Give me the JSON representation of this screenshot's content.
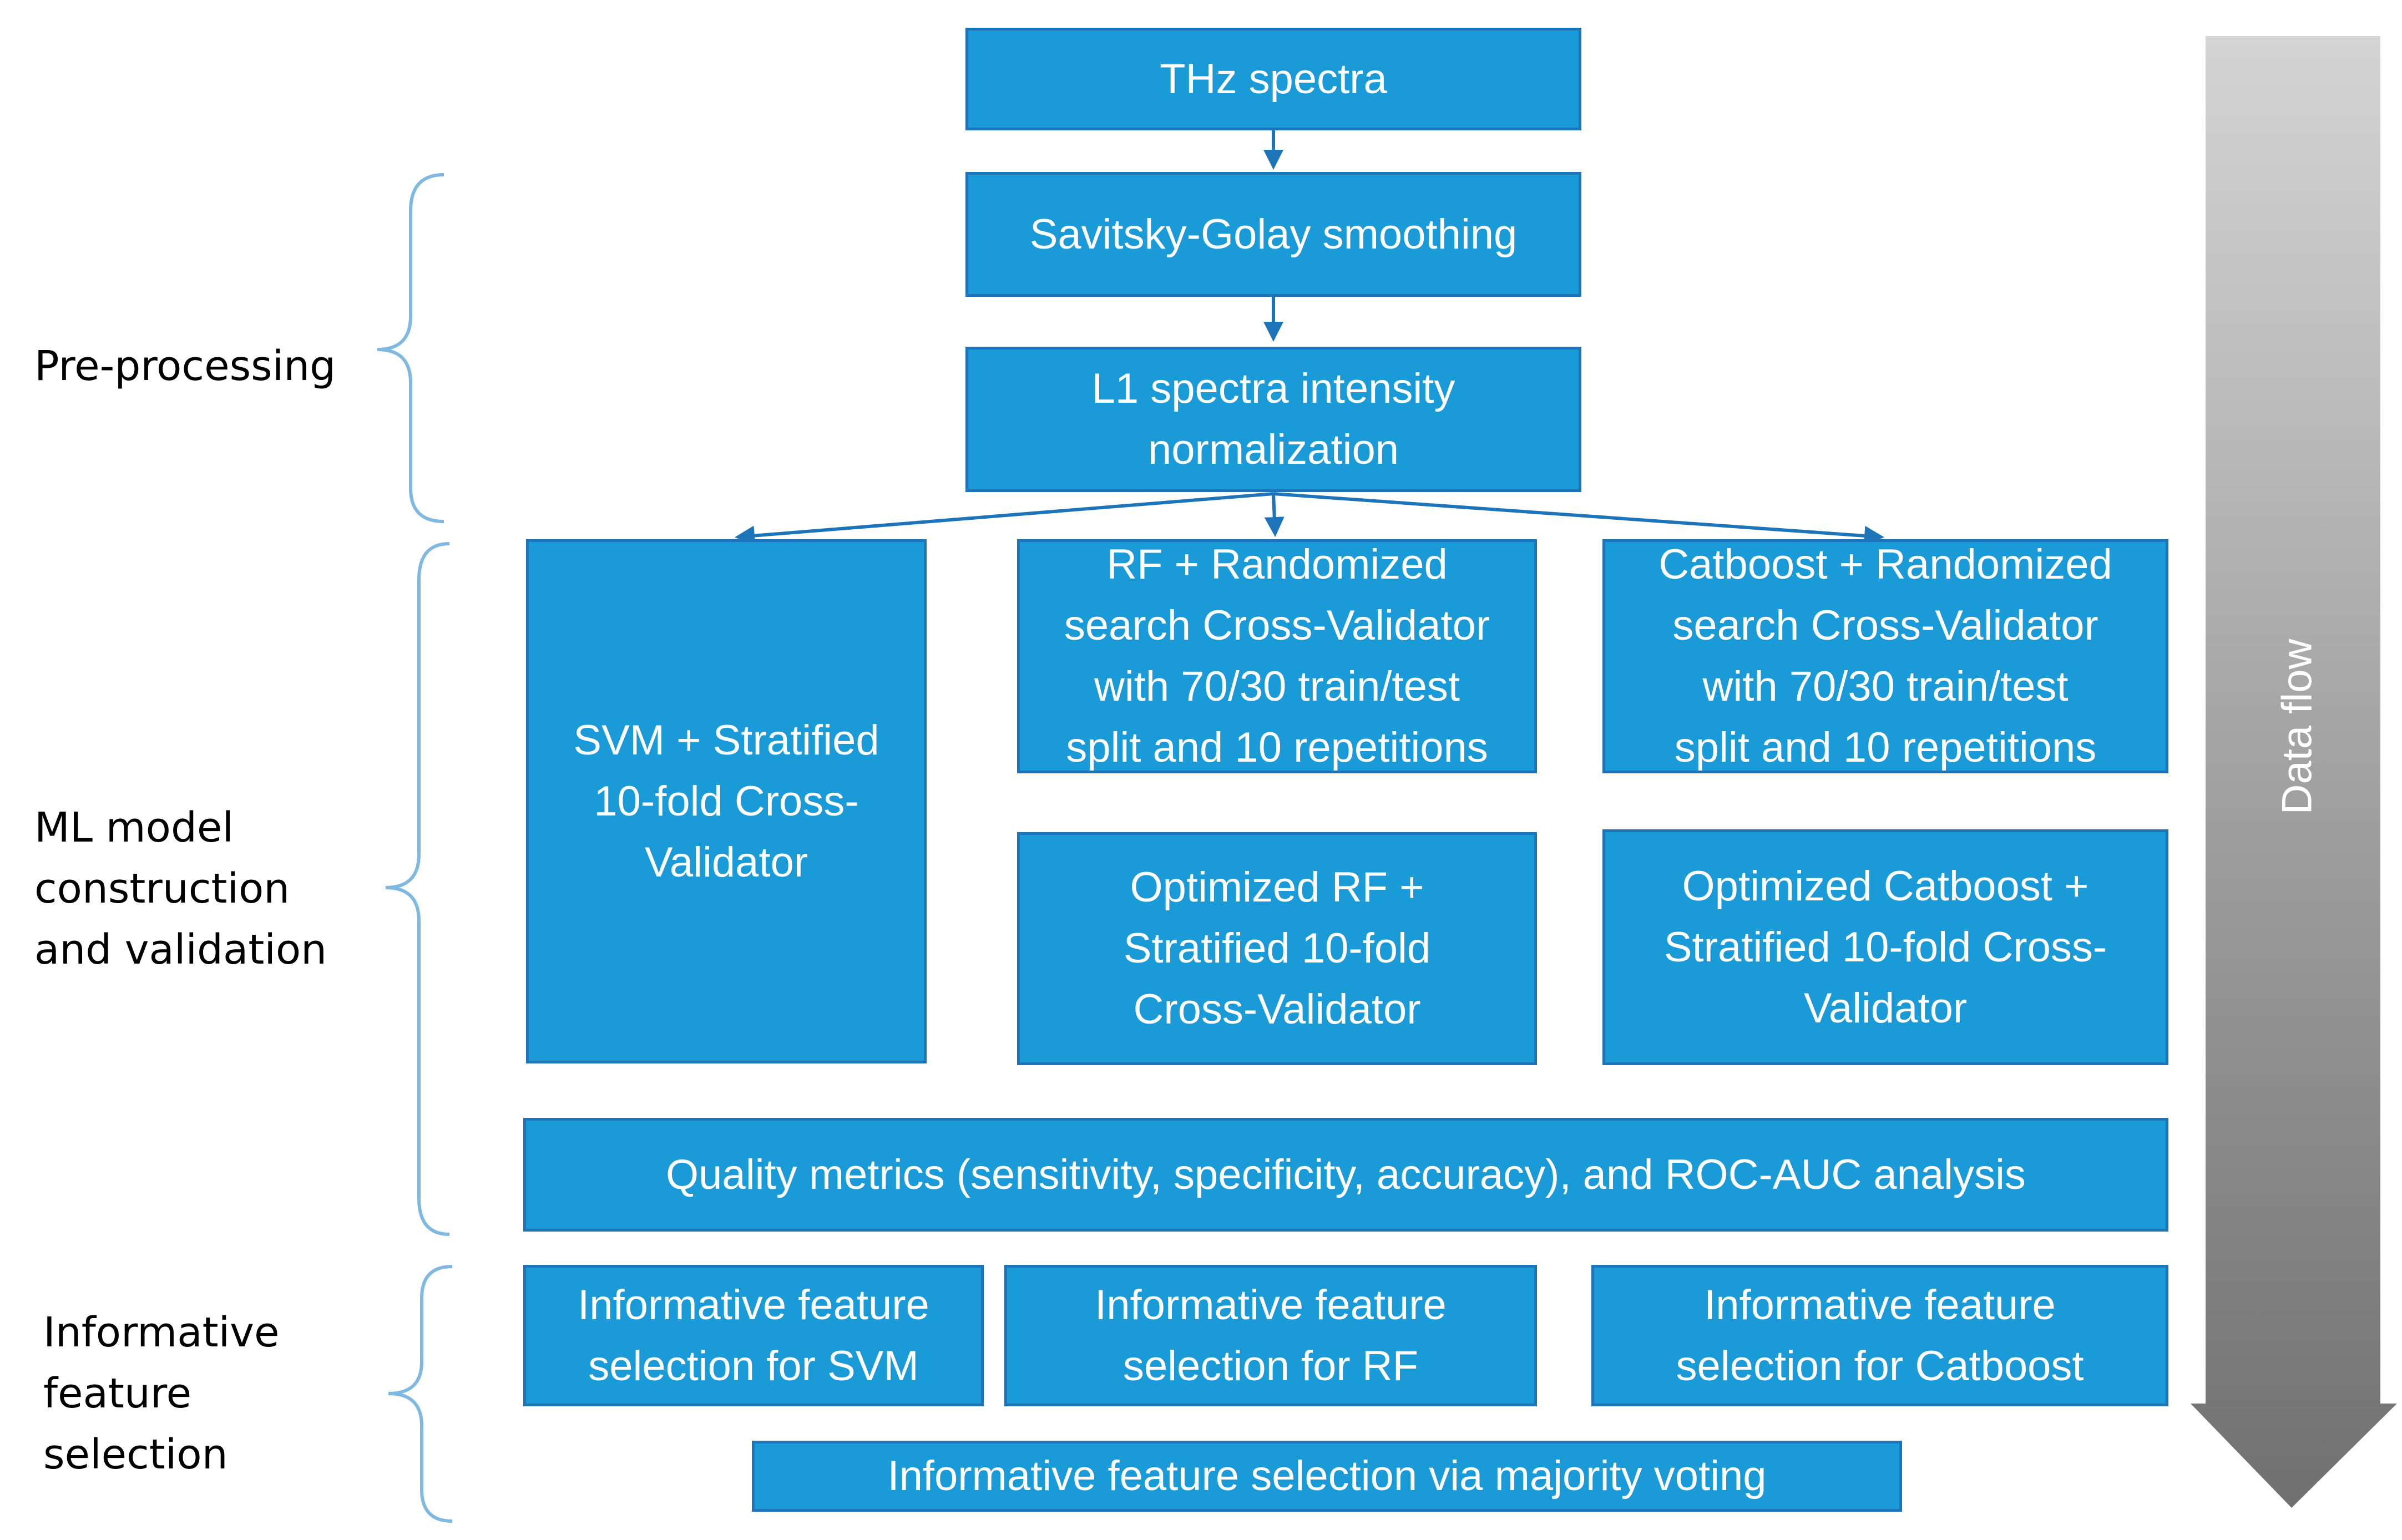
{
  "stages": {
    "preprocessing": "Pre-processing",
    "ml_model_line1": "ML model",
    "ml_model_line2": "construction",
    "ml_model_line3": "and validation",
    "feature_line1": "Informative",
    "feature_line2": "feature",
    "feature_line3": "selection"
  },
  "boxes": {
    "thz_spectra": "THz spectra",
    "savitsky_golay": "Savitsky-Golay smoothing",
    "l1_line1": "L1 spectra intensity",
    "l1_line2": "normalization",
    "svm_line1": "SVM + Stratified",
    "svm_line2": "10-fold Cross-",
    "svm_line3": "Validator",
    "rf_line1": "RF + Randomized",
    "rf_line2": "search Cross-Validator",
    "rf_line3": "with 70/30 train/test",
    "rf_line4": "split and 10 repetitions",
    "catboost_line1": "Catboost + Randomized",
    "catboost_line2": "search Cross-Validator",
    "catboost_line3": "with 70/30 train/test",
    "catboost_line4": "split and 10 repetitions",
    "opt_rf_line1": "Optimized RF +",
    "opt_rf_line2": "Stratified 10-fold",
    "opt_rf_line3": "Cross-Validator",
    "opt_catboost_line1": "Optimized Catboost +",
    "opt_catboost_line2": "Stratified 10-fold Cross-",
    "opt_catboost_line3": "Validator",
    "quality_metrics": "Quality metrics (sensitivity, specificity, accuracy), and ROC-AUC analysis",
    "fs_svm_line1": "Informative feature",
    "fs_svm_line2": "selection for SVM",
    "fs_rf_line1": "Informative feature",
    "fs_rf_line2": "selection for RF",
    "fs_catboost_line1": "Informative feature",
    "fs_catboost_line2": "selection for Catboost",
    "majority_voting": "Informative feature selection via majority voting"
  },
  "data_flow_label": "Data flow",
  "colors": {
    "box_fill": "#1a9bd7",
    "box_border": "#1e74b8",
    "brace": "#7fb8e0",
    "arrow_gradient_top": "#d4d4d4",
    "arrow_gradient_bottom": "#707070"
  }
}
